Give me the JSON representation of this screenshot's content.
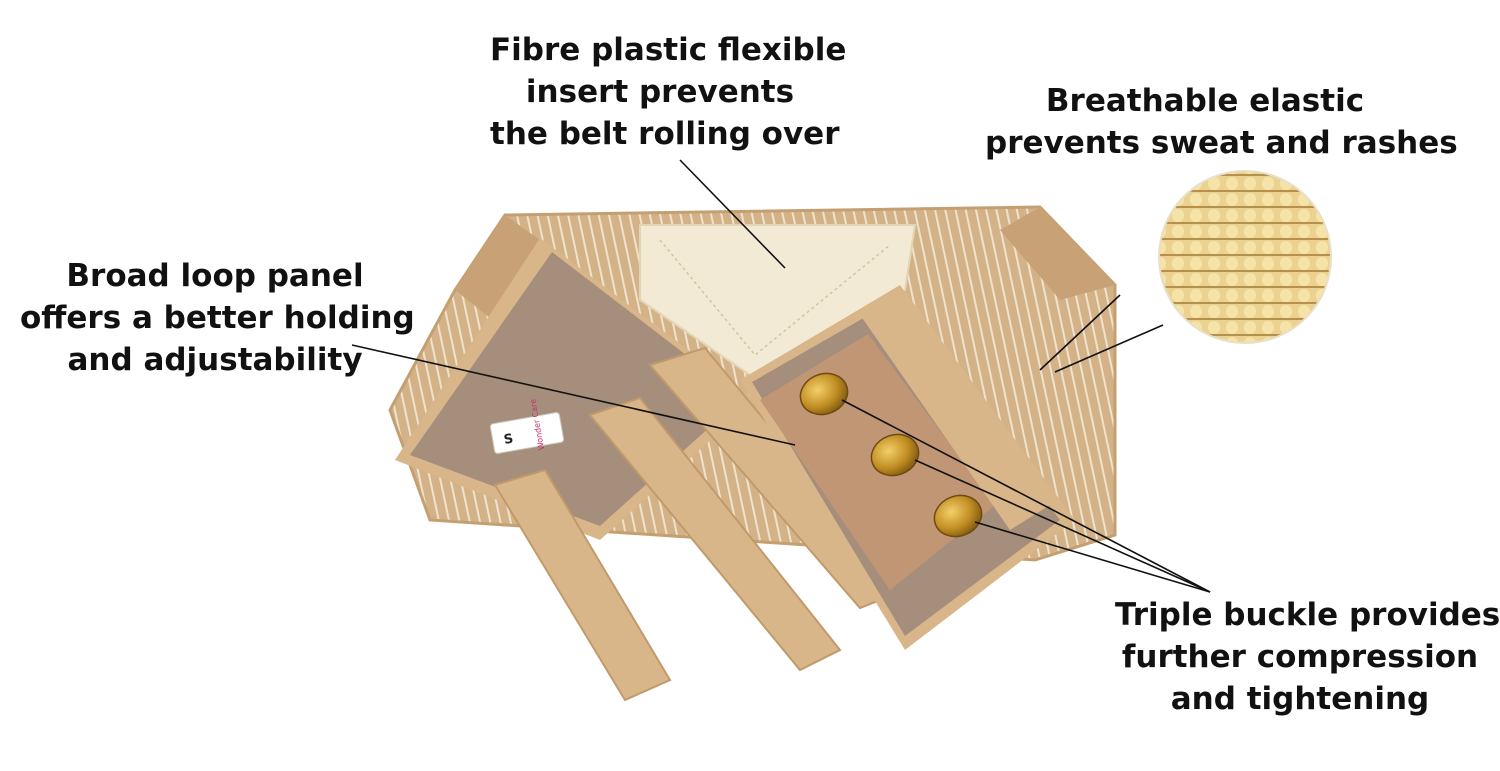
{
  "callouts": {
    "fibre": [
      "Fibre plastic flexible",
      "insert prevents",
      "the belt rolling over"
    ],
    "breathable": [
      "Breathable elastic",
      "prevents sweat  and rashes"
    ],
    "loop": [
      "Broad loop  panel",
      "offers a better holding",
      "and adjustability"
    ],
    "buckle": [
      "Triple buckle provides",
      "further compression",
      "and tightening"
    ]
  },
  "tag": {
    "size": "S",
    "brand": "Wonder Care"
  },
  "colors": {
    "belt_tan": "#d4b287",
    "panel_taupe": "#a58f7c",
    "strap_beige": "#d9b689",
    "loop_panel": "#c19674",
    "insert_cream": "#f3ead6",
    "buckle_gold": "#c08d22",
    "stripe": "#eee2cc",
    "text": "#111111"
  }
}
